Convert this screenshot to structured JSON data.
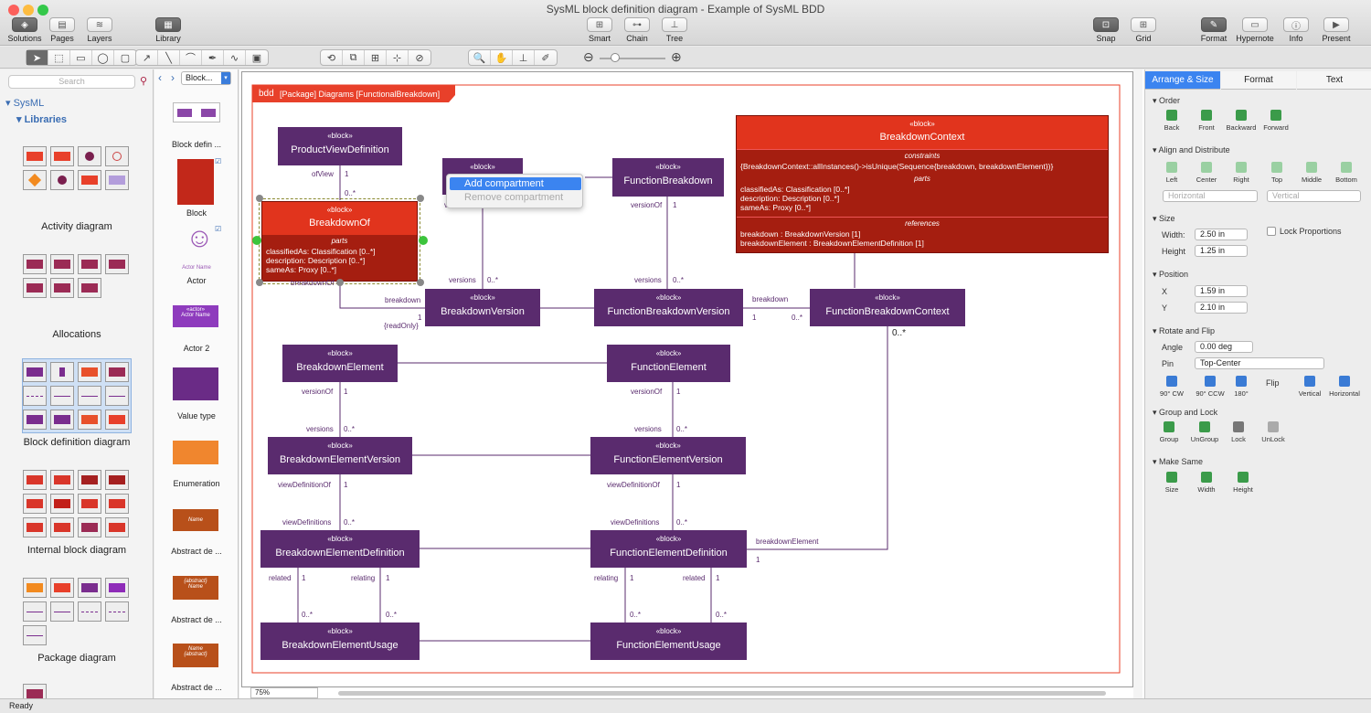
{
  "window": {
    "title": "SysML block definition diagram - Example of SysML BDD"
  },
  "toolbar": {
    "left": [
      "Solutions",
      "Pages",
      "Layers"
    ],
    "library": "Library",
    "center": [
      "Smart",
      "Chain",
      "Tree"
    ],
    "snap": "Snap",
    "grid": "Grid",
    "right": [
      "Format",
      "Hypernote",
      "Info",
      "Present"
    ]
  },
  "left_panel": {
    "search_placeholder": "Search",
    "tree_root": "SysML",
    "tree_child": "Libraries",
    "libraries": [
      "Activity diagram",
      "Allocations",
      "Block definition diagram",
      "Internal block diagram",
      "Package diagram"
    ]
  },
  "shapes_panel": {
    "dropdown": "Block...",
    "items": [
      "Block defin ...",
      "Block",
      "Actor",
      "Actor 2",
      "Value type",
      "Enumeration",
      "Abstract de ...",
      "Abstract de ...",
      "Abstract de ..."
    ],
    "actor_caption": "Actor Name",
    "actor2_caption": "Actor Name",
    "actor2_stereotype": "«actor»",
    "abstract_name": "Name",
    "abstract_tag": "{abstract}"
  },
  "diagram": {
    "frame_tag": "bdd",
    "frame_title": "[Package] Diagrams [FunctionalBreakdown]",
    "stereotype": "«block»",
    "blocks": {
      "pvd": "ProductViewDefinition",
      "bv": "BreakdownVersion",
      "fb": "FunctionBreakdown",
      "fbv": "FunctionBreakdownVersion",
      "fbc": "FunctionBreakdownContext",
      "be": "BreakdownElement",
      "fe": "FunctionElement",
      "bev": "BreakdownElementVersion",
      "fev": "FunctionElementVersion",
      "bed": "BreakdownElementDefinition",
      "fed": "FunctionElementDefinition",
      "beu": "BreakdownElementUsage",
      "feu": "FunctionElementUsage"
    },
    "breakdown_of": {
      "name": "BreakdownOf",
      "parts_title": "parts",
      "parts": [
        "classifiedAs: Classification [0..*]",
        "description: Description [0..*]",
        "sameAs: Proxy [0..*]"
      ]
    },
    "breakdown_context": {
      "name": "BreakdownContext",
      "constraints_title": "constraints",
      "constraint": "{BreakdownContext::allInstances()->isUnique(Sequence{breakdown, breakdownElement})}",
      "parts_title": "parts",
      "parts": [
        "classifiedAs: Classification [0..*]",
        "description: Description [0..*]",
        "sameAs: Proxy [0..*]"
      ],
      "references_title": "references",
      "references": [
        "breakdown : BreakdownVersion [1]",
        "breakdownElement : BreakdownElementDefinition [1]"
      ]
    },
    "labels": {
      "ofView": "ofView",
      "one": "1",
      "zero_many": "0..*",
      "zero_many_star": "0..*",
      "breakdownOf": "breakdownOf",
      "versionOf": "versionOf",
      "versions": "versions",
      "breakdown": "breakdown",
      "readOnly": "{readOnly}",
      "viewDefinitionOf": "viewDefinitionOf",
      "viewDefinitions": "viewDefinitions",
      "related": "related",
      "relating": "relating",
      "breakdownElement": "breakdownElement",
      "version_clip": "version"
    }
  },
  "context_menu": {
    "items": [
      "Add compartment",
      "Remove compartment"
    ]
  },
  "right_panel": {
    "tabs": [
      "Arrange & Size",
      "Format",
      "Text"
    ],
    "order": {
      "title": "Order",
      "items": [
        "Back",
        "Front",
        "Backward",
        "Forward"
      ]
    },
    "align": {
      "title": "Align and Distribute",
      "items": [
        "Left",
        "Center",
        "Right",
        "Top",
        "Middle",
        "Bottom"
      ],
      "horizontal": "Horizontal",
      "vertical": "Vertical"
    },
    "size": {
      "title": "Size",
      "width_label": "Width:",
      "width": "2.50 in",
      "height_label": "Height",
      "height": "1.25 in",
      "lock": "Lock Proportions"
    },
    "position": {
      "title": "Position",
      "x_label": "X",
      "x": "1.59 in",
      "y_label": "Y",
      "y": "2.10 in"
    },
    "rotate": {
      "title": "Rotate and Flip",
      "angle_label": "Angle",
      "angle": "0.00 deg",
      "pin_label": "Pin",
      "pin": "Top-Center",
      "items": [
        "90° CW",
        "90° CCW",
        "180°",
        "Flip",
        "Vertical",
        "Horizontal"
      ]
    },
    "group": {
      "title": "Group and Lock",
      "items": [
        "Group",
        "UnGroup",
        "Lock",
        "UnLock"
      ]
    },
    "same": {
      "title": "Make Same",
      "items": [
        "Size",
        "Width",
        "Height"
      ]
    }
  },
  "status": {
    "text": "Ready",
    "zoom": "75%"
  }
}
